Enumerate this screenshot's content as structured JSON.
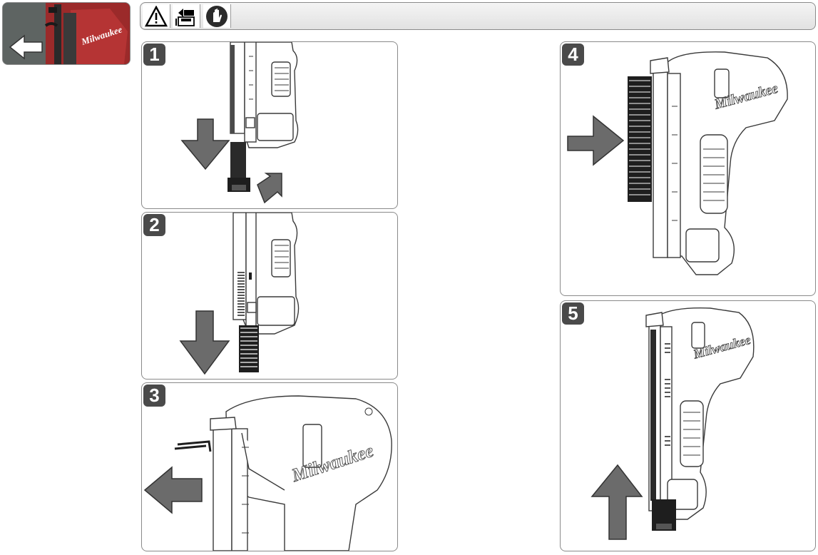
{
  "header": {
    "icons": [
      "warning-triangle-icon",
      "battery-removal-icon",
      "gloves-icon"
    ],
    "thumbnail_brand": "Milwaukee"
  },
  "steps": [
    {
      "number": "1",
      "action": "press-release-and-pull-down"
    },
    {
      "number": "2",
      "action": "pull-magazine-down"
    },
    {
      "number": "3",
      "action": "remove-staples"
    },
    {
      "number": "4",
      "action": "insert-staple-strip"
    },
    {
      "number": "5",
      "action": "push-magazine-up"
    }
  ],
  "brand_mark": "Milwaukee",
  "colors": {
    "arrow": "#6b6b6b",
    "step_badge": "#4a4a4a",
    "outline": "#3a3a3a",
    "staples": "#1e1e1e"
  }
}
